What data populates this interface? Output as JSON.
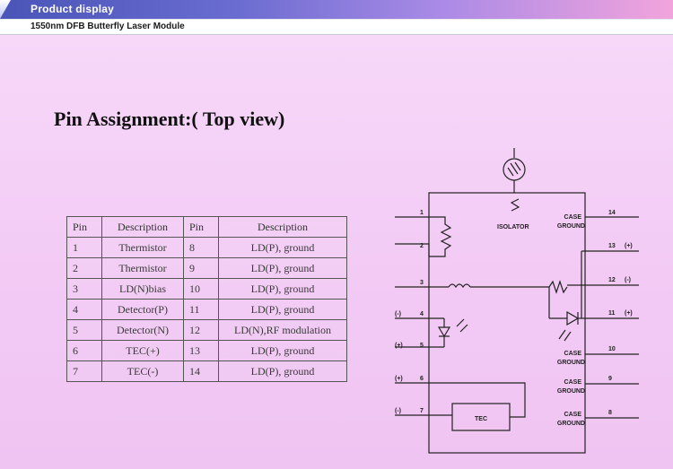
{
  "header": {
    "title": "Product display",
    "subtitle": "1550nm DFB Butterfly Laser Module"
  },
  "main": {
    "heading": "Pin Assignment:( Top view)",
    "table": {
      "headers": [
        "Pin",
        "Description",
        "Pin",
        "Description"
      ],
      "rows": [
        [
          "1",
          "Thermistor",
          "8",
          "LD(P), ground"
        ],
        [
          "2",
          "Thermistor",
          "9",
          "LD(P), ground"
        ],
        [
          "3",
          "LD(N)bias",
          "10",
          "LD(P), ground"
        ],
        [
          "4",
          "Detector(P)",
          "11",
          "LD(P), ground"
        ],
        [
          "5",
          "Detector(N)",
          "12",
          "LD(N),RF modulation"
        ],
        [
          "6",
          "TEC(+)",
          "13",
          "LD(P), ground"
        ],
        [
          "7",
          "TEC(-)",
          "14",
          "LD(P), ground"
        ]
      ]
    },
    "diagram": {
      "isolator": "ISOLATOR",
      "case_ground": [
        "CASE",
        "GROUND"
      ],
      "tec": "TEC",
      "pins_left": [
        "1",
        "2",
        "3",
        "4",
        "5",
        "6",
        "7"
      ],
      "pins_right": [
        "14",
        "13",
        "12",
        "11",
        "10",
        "9",
        "8"
      ],
      "pol_left": [
        "(-)",
        "(+)",
        "(+)",
        "(-)"
      ],
      "pol_right": [
        "(+)",
        "(-)",
        "(+)"
      ]
    }
  }
}
